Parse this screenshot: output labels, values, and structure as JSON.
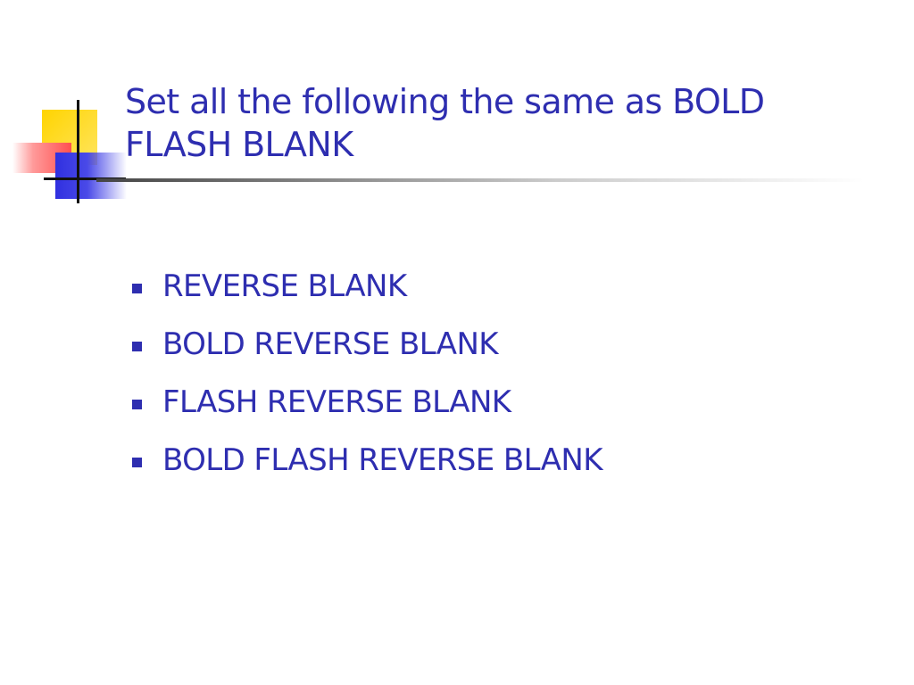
{
  "slide": {
    "title_lines": [
      "Set all the following the same as BOLD",
      "FLASH BLANK"
    ],
    "bullets": [
      "REVERSE BLANK",
      "BOLD REVERSE BLANK",
      "FLASH REVERSE BLANK",
      "BOLD FLASH REVERSE BLANK"
    ]
  },
  "colors": {
    "text": "#2e2eb0",
    "deco_yellow": "#ffd400",
    "deco_red": "#ff5050",
    "deco_blue": "#3030e0",
    "rule": "#444444"
  },
  "icons": {
    "bullet": "square-bullet-icon"
  }
}
